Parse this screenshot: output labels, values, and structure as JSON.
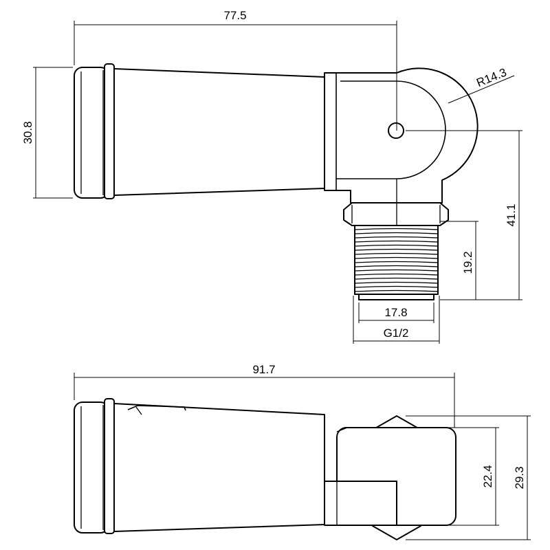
{
  "dimensions": {
    "top_length": "77.5",
    "top_height": "30.8",
    "radius": "R14.3",
    "center_to_thread_end": "41.1",
    "thread_length": "19.2",
    "thread_diameter": "17.8",
    "thread_spec": "G1/2",
    "bottom_length": "91.7",
    "body_height": "22.4",
    "nut_height": "29.3"
  }
}
